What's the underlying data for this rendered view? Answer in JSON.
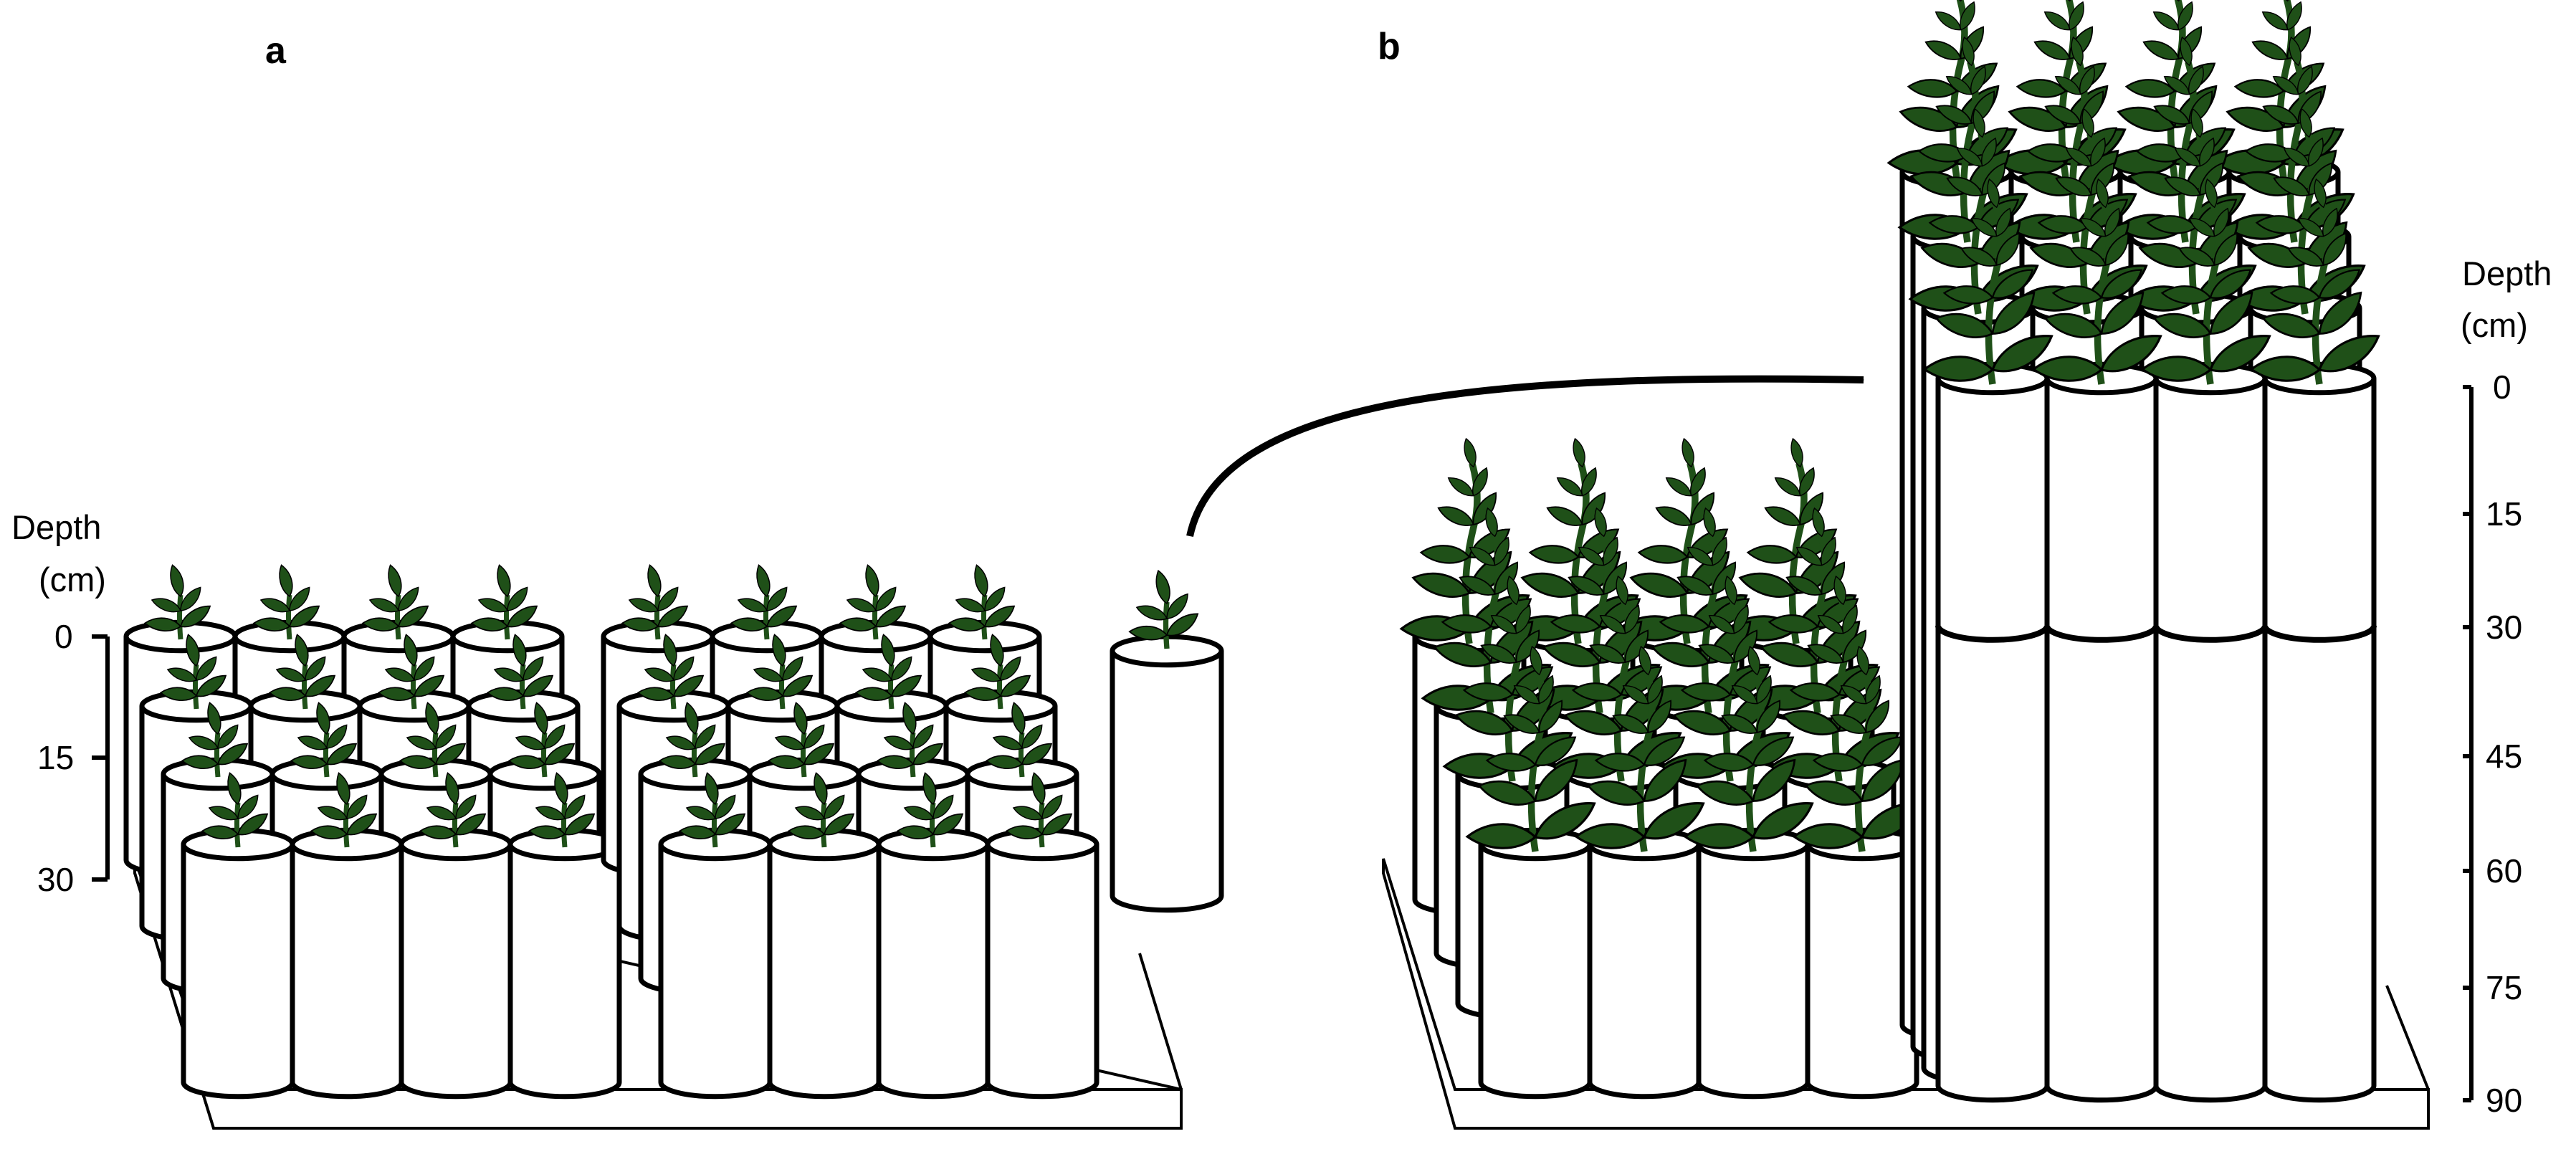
{
  "panels": [
    {
      "letter": "a",
      "axis": {
        "title_line1": "Depth",
        "title_line2": "(cm)",
        "ticks": [
          "0",
          "15",
          "30"
        ]
      }
    },
    {
      "letter": "b",
      "axis": {
        "title_line1": "Depth",
        "title_line2": "(cm)",
        "ticks": [
          "0",
          "15",
          "30",
          "45",
          "60",
          "75",
          "90"
        ]
      }
    }
  ],
  "colors": {
    "plant_fill": "#1f5018",
    "outline": "#000000",
    "tube_fill": "#ffffff",
    "background": "#ffffff"
  },
  "icons": {
    "seedling": "seedling-icon",
    "mature_plant": "mature-plant-icon",
    "tube": "soil-tube-icon",
    "tray": "tray-icon",
    "arrow": "transfer-arrow-icon"
  }
}
